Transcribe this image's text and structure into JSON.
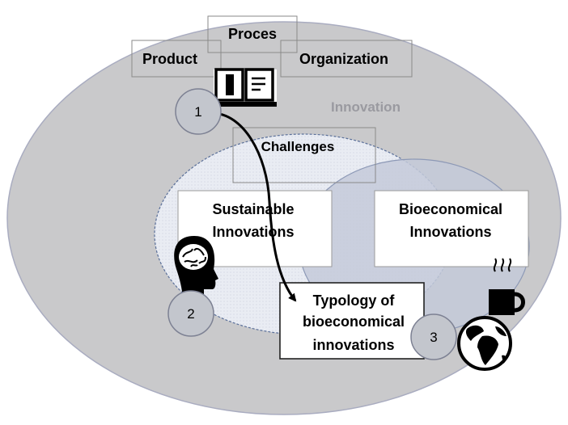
{
  "diagram": {
    "labels": {
      "proces": "Proces",
      "product": "Product",
      "organization": "Organization",
      "innovation": "Innovation",
      "challenges": "Challenges",
      "sustainable_line1": "Sustainable",
      "sustainable_line2": "Innovations",
      "bioeconomical_line1": "Bioeconomical",
      "bioeconomical_line2": "Innovations",
      "typology_line1": "Typology of",
      "typology_line2": "bioeconomical",
      "typology_line3": "innovations"
    },
    "markers": {
      "m1": "1",
      "m2": "2",
      "m3": "3"
    },
    "icons": {
      "book": "book-icon",
      "head": "head-brain-icon",
      "mug": "steaming-mug-icon",
      "globe": "globe-icon"
    },
    "colors": {
      "outer_fill": "#c9c9cb",
      "sustainable_fill": "#e7eaf1",
      "bioeconomical_fill": "#c4cad9",
      "marker_fill": "#c3c6cd",
      "innovation_text": "#9a9aa0",
      "line": "#000000"
    }
  }
}
